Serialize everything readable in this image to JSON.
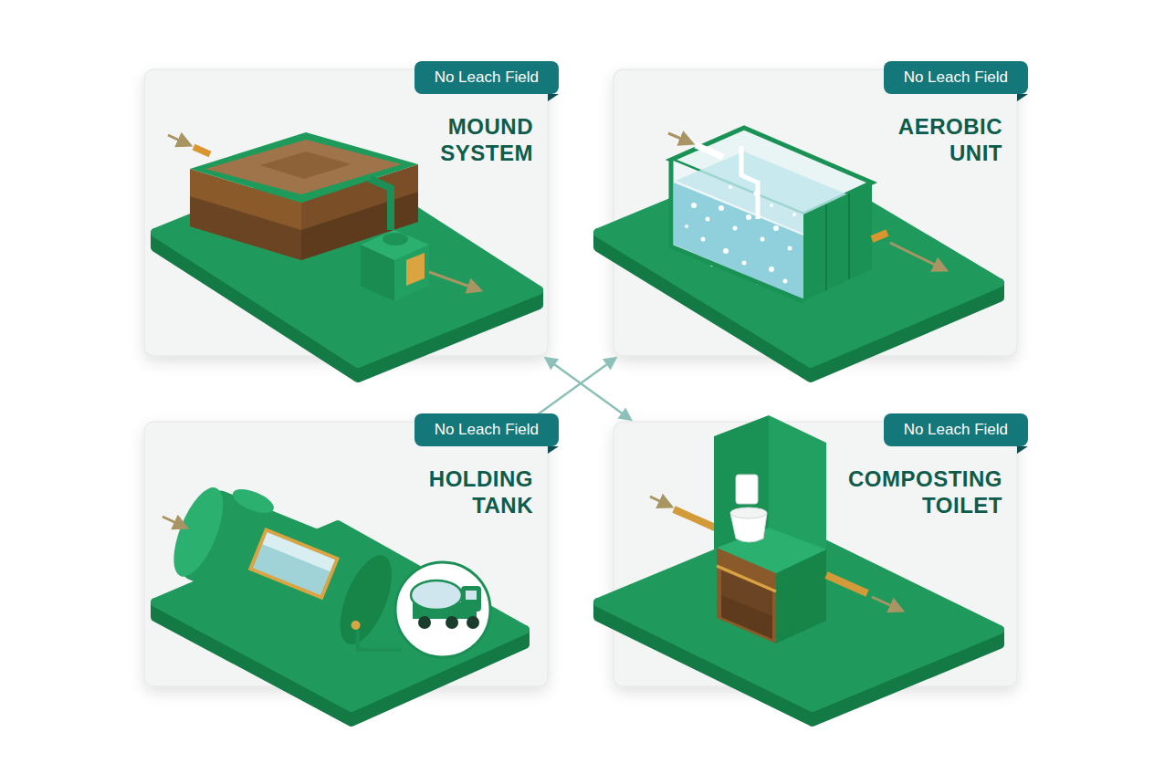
{
  "diagram": {
    "nodes": [
      {
        "text": [
          "MOUND SYSTEM"
        ]
      },
      {
        "text": [
          "No Leach Field"
        ],
        "in": 0
      },
      {
        "text": [
          "AEROBIC UNIT"
        ]
      },
      {
        "text": [
          "No Leach Field"
        ],
        "in": 2
      },
      {
        "text": [
          "HOLDING TANK"
        ]
      },
      {
        "text": [
          "No Leach Field"
        ],
        "in": 4
      },
      {
        "text": [
          "COMPOSTING TOILET"
        ]
      },
      {
        "text": [
          "No Leach Field"
        ],
        "in": 6
      }
    ],
    "edges": [
      {
        "from": 0,
        "to": 6,
        "arrow": "both"
      },
      {
        "from": 4,
        "to": 2,
        "arrow": "to"
      }
    ]
  }
}
